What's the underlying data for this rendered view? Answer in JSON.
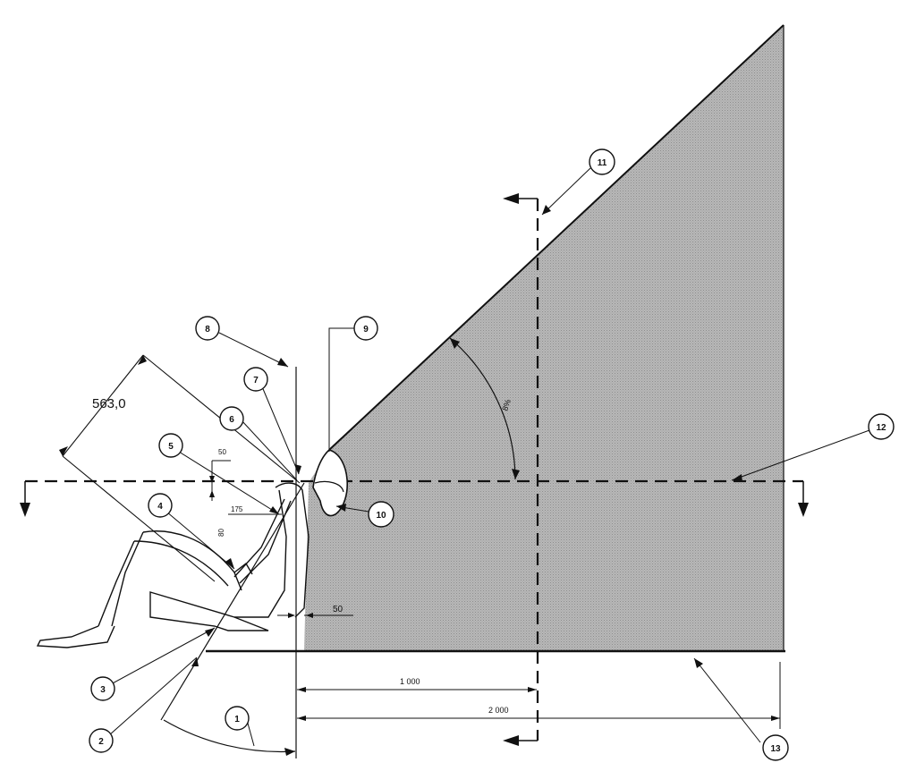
{
  "colors": {
    "fill": "#b4b4b4",
    "line": "#111111",
    "background": "#ffffff"
  },
  "callouts": [
    "1",
    "2",
    "3",
    "4",
    "5",
    "6",
    "7",
    "8",
    "9",
    "10",
    "11",
    "12",
    "13"
  ],
  "dimensions": {
    "distance_563": "563,0",
    "d_1000": "1 000",
    "d_2000": "2 000",
    "d_50_right": "50",
    "d_50_top": "50",
    "d_175": "175",
    "d_vertical_small": "80",
    "angle_mark": "8%"
  }
}
